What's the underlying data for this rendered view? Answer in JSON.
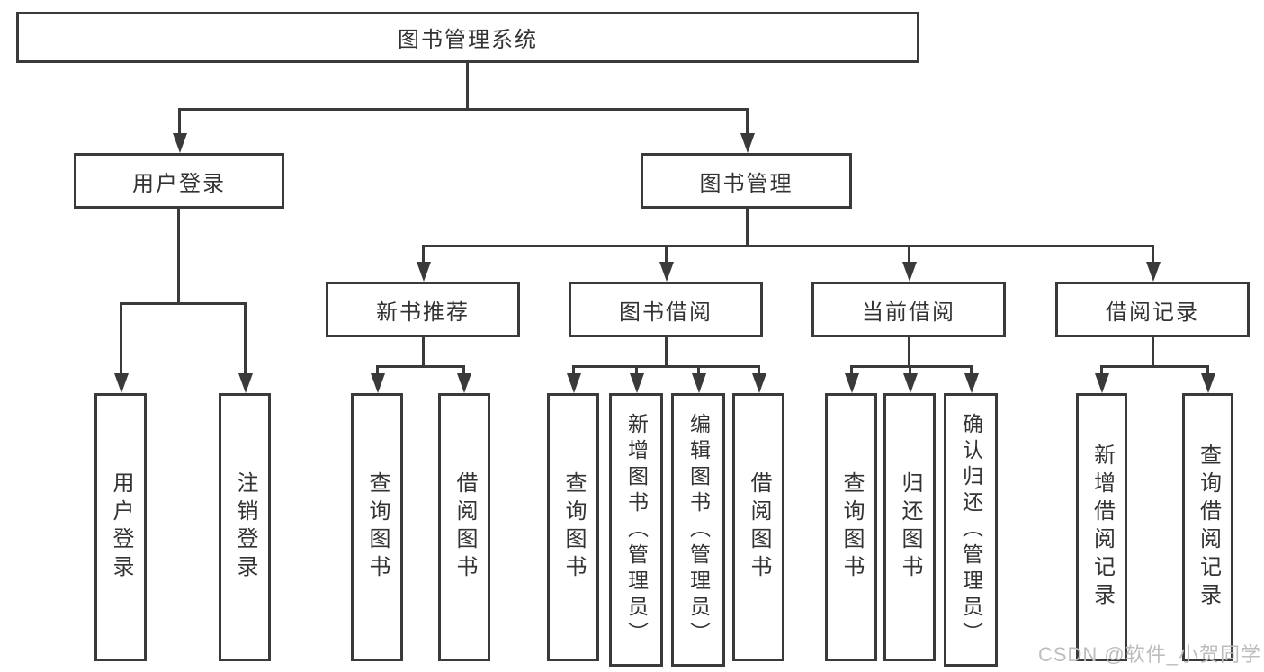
{
  "colors": {
    "line": "#3a3a3a",
    "border": "#3a3a3a",
    "text": "#333333",
    "background": "#ffffff",
    "watermark": "#bdbdbd"
  },
  "watermark": {
    "text": "CSDN @软件_小贺同学"
  },
  "tree": {
    "label": "图书管理系统",
    "children": [
      {
        "label": "用户登录",
        "children": [
          {
            "label": "用户登录"
          },
          {
            "label": "注销登录"
          }
        ]
      },
      {
        "label": "图书管理",
        "children": [
          {
            "label": "新书推荐",
            "children": [
              {
                "label": "查询图书"
              },
              {
                "label": "借阅图书"
              }
            ]
          },
          {
            "label": "图书借阅",
            "children": [
              {
                "label": "查询图书"
              },
              {
                "label": "新增图书（管理员）"
              },
              {
                "label": "编辑图书（管理员）"
              },
              {
                "label": "借阅图书"
              }
            ]
          },
          {
            "label": "当前借阅",
            "children": [
              {
                "label": "查询图书"
              },
              {
                "label": "归还图书"
              },
              {
                "label": "确认归还（管理员）"
              }
            ]
          },
          {
            "label": "借阅记录",
            "children": [
              {
                "label": "新增借阅记录"
              },
              {
                "label": "查询借阅记录"
              }
            ]
          }
        ]
      }
    ]
  }
}
